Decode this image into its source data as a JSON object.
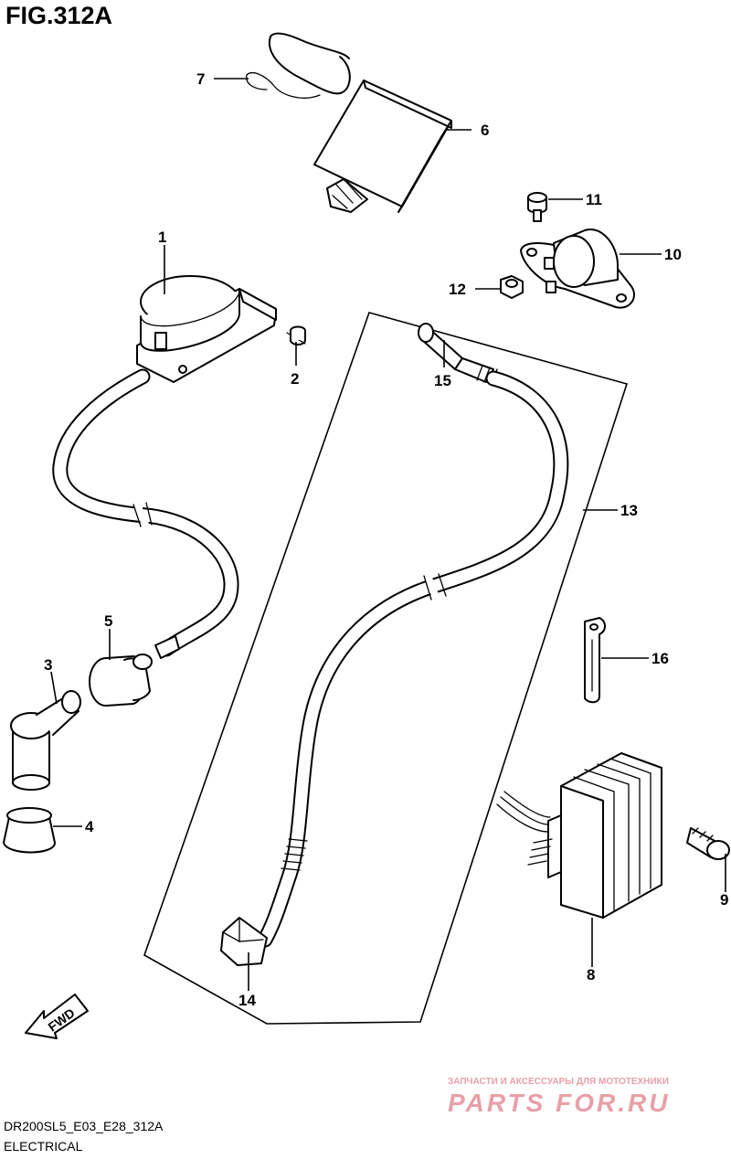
{
  "figure": {
    "title": "FIG.312A",
    "code": "DR200SL5_E03_E28_312A",
    "section": "ELECTRICAL",
    "fwd_label": "FWD"
  },
  "watermark": {
    "line1": "ЗАПЧАСТИ И АКСЕССУАРЫ ДЛЯ МОТОТЕХНИКИ",
    "line2": "PARTS FOR.RU",
    "accent": "#e8a0a8"
  },
  "callouts": [
    "1",
    "2",
    "3",
    "4",
    "5",
    "6",
    "7",
    "8",
    "9",
    "10",
    "11",
    "12",
    "13",
    "14",
    "15",
    "16"
  ]
}
